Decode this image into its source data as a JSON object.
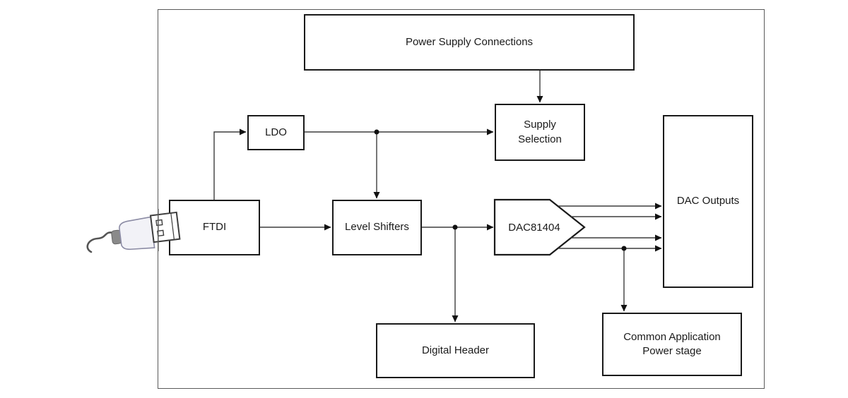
{
  "diagram": {
    "type": "block-diagram",
    "blocks": {
      "power_supply_connections": {
        "label": "Power Supply Connections"
      },
      "ldo": {
        "label": "LDO"
      },
      "supply_selection": {
        "label": "Supply\nSelection"
      },
      "ftdi": {
        "label": "FTDI"
      },
      "level_shifters": {
        "label": "Level Shifters"
      },
      "dac81404": {
        "label": "DAC81404"
      },
      "dac_outputs": {
        "label": "DAC Outputs"
      },
      "digital_header": {
        "label": "Digital Header"
      },
      "common_application_power_stage": {
        "label": "Common Application\nPower stage"
      }
    },
    "icons": {
      "usb_plug": "usb-connector-icon"
    },
    "colors": {
      "box_border": "#1a1a1a",
      "connector_line": "#3d3d3d",
      "outer_border": "#5a5a5a",
      "background": "#ffffff",
      "text": "#1a1a1a"
    }
  }
}
